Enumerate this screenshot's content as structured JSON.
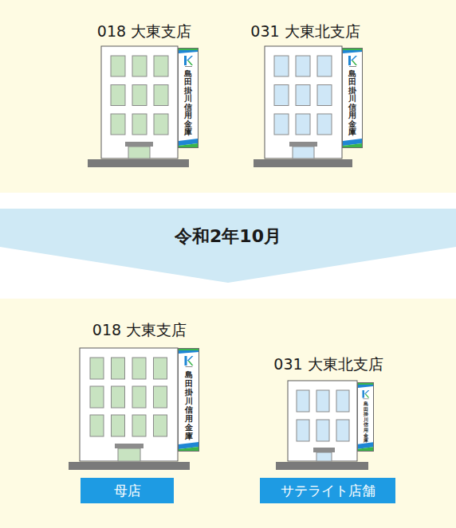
{
  "diagram": {
    "nodes": [
      {
        "text": [
          "018 大東支店"
        ]
      },
      {
        "text": [
          "島田掛川信用金庫"
        ],
        "in": 0
      },
      {
        "text": [
          "031 大東北支店"
        ]
      },
      {
        "text": [
          "島田掛川信用金庫"
        ],
        "in": 2
      },
      {
        "text": [
          "令和2年10月"
        ]
      },
      {
        "text": [
          "018 大東支店"
        ]
      },
      {
        "text": [
          "島田掛川信用金庫"
        ],
        "in": 5
      },
      {
        "text": [
          "母店"
        ]
      },
      {
        "text": [
          "031 大東北支店"
        ]
      },
      {
        "text": [
          "島田掛川信用金庫"
        ],
        "in": 8
      },
      {
        "text": [
          "サテライト店舗"
        ]
      }
    ]
  }
}
